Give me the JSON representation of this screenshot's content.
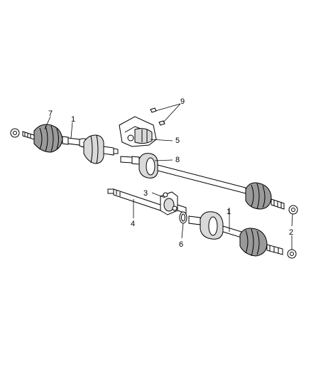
{
  "callouts": {
    "c1_top": "1",
    "c1_right": "1",
    "c2": "2",
    "c3": "3",
    "c4": "4",
    "c5": "5",
    "c6": "6",
    "c7": "7",
    "c8": "8",
    "c9": "9"
  }
}
